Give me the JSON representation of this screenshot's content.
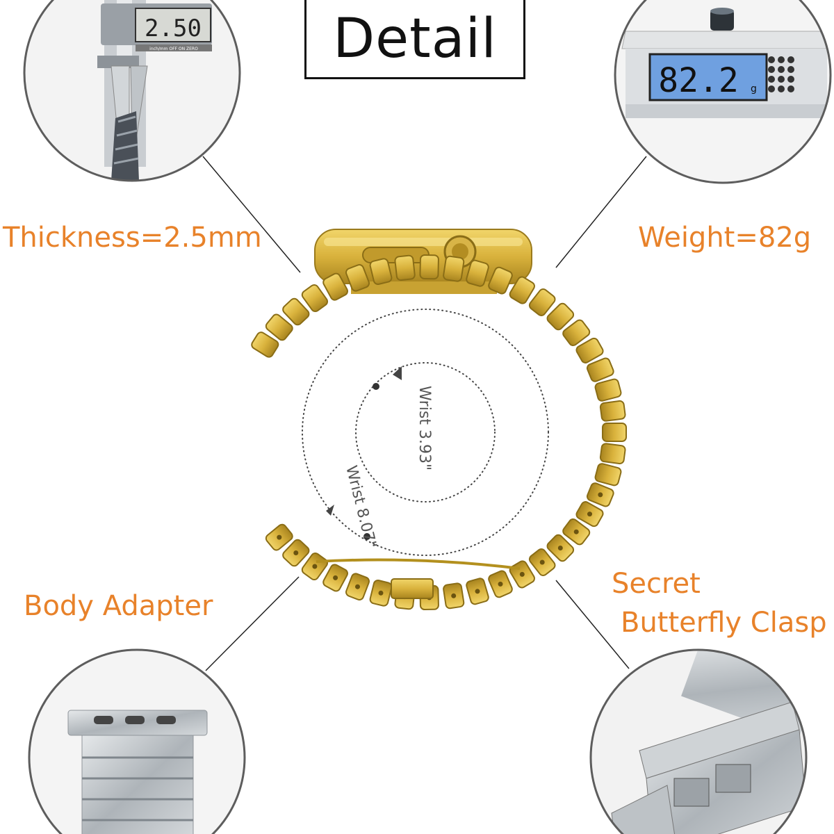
{
  "title": "Detail",
  "labels": {
    "thickness": "Thickness=2.5mm",
    "weight": "Weight=82g",
    "body_adapter": "Body Adapter",
    "clasp_line1": "Secret",
    "clasp_line2": "Butterfly Clasp"
  },
  "wrist": {
    "inner": "Wrist 3.93\"",
    "outer": "Wrist 8.07\""
  },
  "insets": {
    "caliper_reading": "2.50",
    "caliper_buttons": "inch/mm   OFF   ON   ZERO",
    "scale_reading": "82.2",
    "scale_unit": "g"
  },
  "colors": {
    "accent": "#e8822a",
    "gold": "#d9b23c",
    "gold_dark": "#a8841f",
    "steel": "#b9bfc4",
    "lcd": "#6fa0e0"
  },
  "icons": [
    "caliper-icon",
    "scale-icon",
    "watch-band-icon",
    "adapter-icon",
    "butterfly-clasp-icon"
  ]
}
